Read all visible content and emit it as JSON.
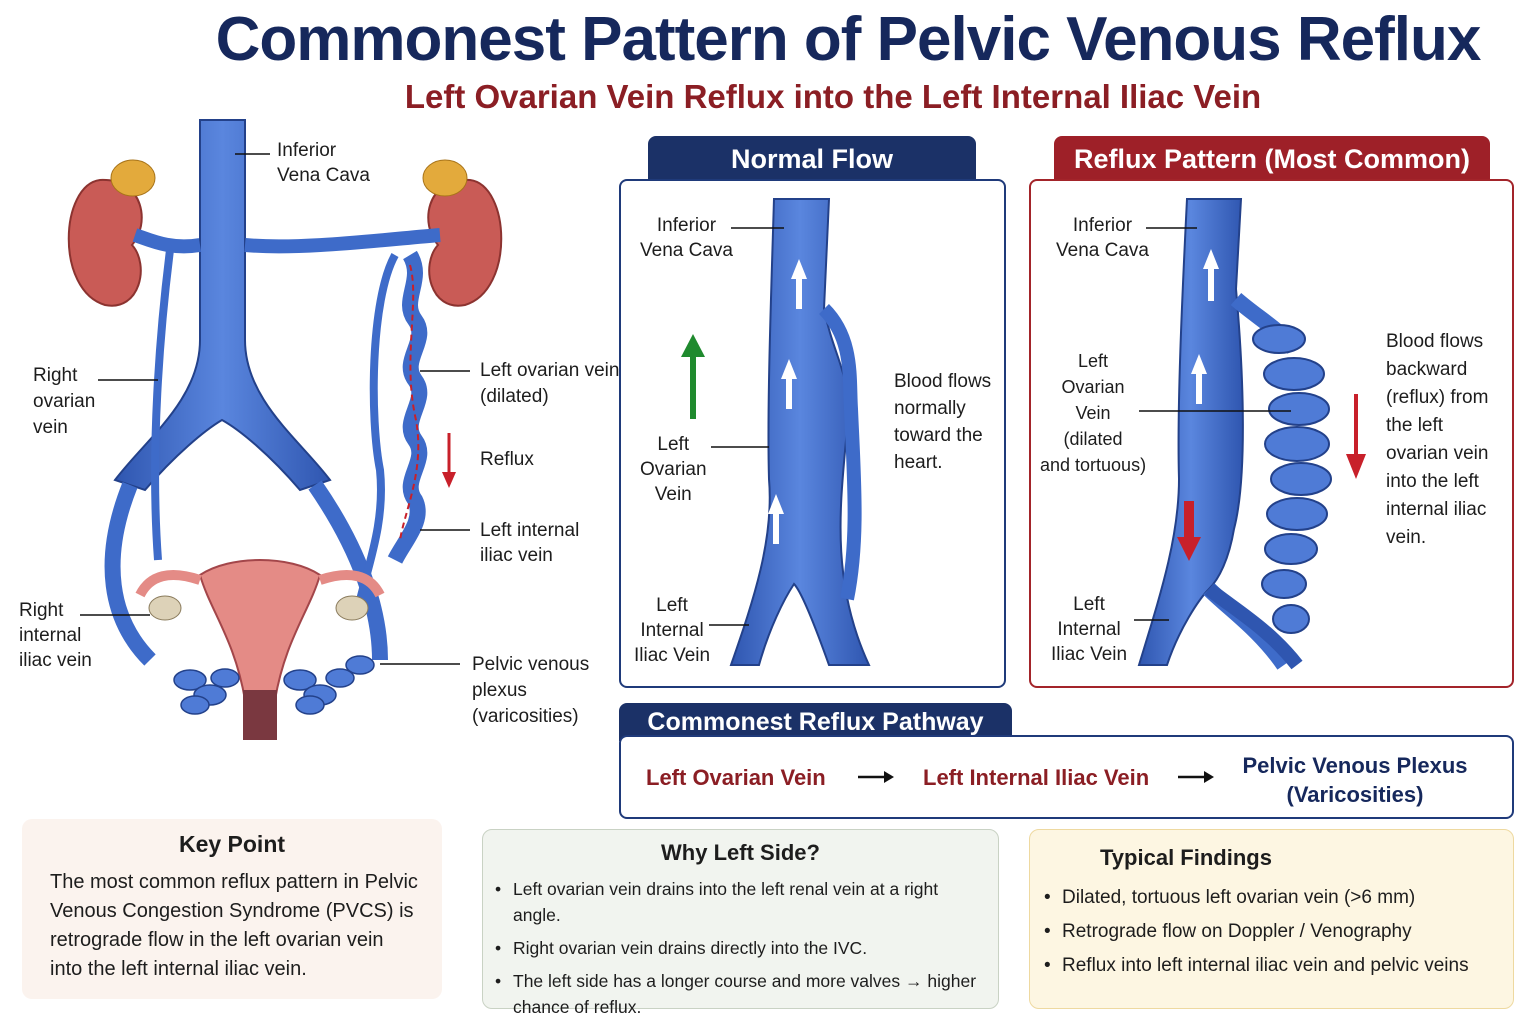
{
  "title": "Commonest Pattern of Pelvic Venous Reflux",
  "subtitle": "Left Ovarian Vein Reflux into the Left Internal Iliac Vein",
  "colors": {
    "navy": "#1b3167",
    "maroon": "#9e2028",
    "vein_blue": "#3e6bc9",
    "reflux_red": "#c8202a",
    "normal_green": "#1f8a2e"
  },
  "anatomy": {
    "ivc_label": "Inferior\nVena Cava",
    "right_ovarian_label": "Right\novarian\nvein",
    "right_iliac_label": "Right\ninternal\niliac vein",
    "left_ovarian_label": "Left ovarian vein\n(dilated)",
    "reflux_label": "Reflux",
    "left_iliac_label": "Left internal\niliac vein",
    "plexus_label": "Pelvic venous\nplexus\n(varicosities)"
  },
  "normal": {
    "tab": "Normal Flow",
    "ivc_label": "Inferior\nVena Cava",
    "ovarian_label": "Left\nOvarian\nVein",
    "iliac_label": "Left\nInternal\nIliac Vein",
    "note": "Blood flows\nnormally\ntoward the\nheart."
  },
  "reflux": {
    "tab": "Reflux Pattern (Most Common)",
    "ivc_label": "Inferior\nVena Cava",
    "ovarian_label": "Left\nOvarian\nVein\n(dilated\nand tortuous)",
    "iliac_label": "Left\nInternal\nIliac Vein",
    "note": "Blood flows\nbackward\n(reflux) from\nthe left\novarian vein\ninto the left\ninternal iliac\nvein."
  },
  "pathway": {
    "tab": "Commonest Reflux Pathway",
    "step1": "Left Ovarian Vein",
    "step2": "Left Internal Iliac Vein",
    "step3": "Pelvic Venous Plexus\n(Varicosities)"
  },
  "key_point": {
    "heading": "Key Point",
    "text": "The most common reflux pattern in Pelvic Venous Congestion Syndrome (PVCS) is retrograde flow in the left ovarian vein into the left internal iliac vein."
  },
  "why_left": {
    "heading": "Why Left Side?",
    "items": [
      "Left ovarian vein drains into the left renal vein at a right angle.",
      "Right ovarian vein drains directly into the IVC.",
      "The left side has a longer course and more valves → higher chance of reflux."
    ]
  },
  "findings": {
    "heading": "Typical Findings",
    "items": [
      "Dilated, tortuous left ovarian vein (>6 mm)",
      "Retrograde flow on Doppler / Venography",
      "Reflux into left internal iliac vein and pelvic veins"
    ]
  }
}
